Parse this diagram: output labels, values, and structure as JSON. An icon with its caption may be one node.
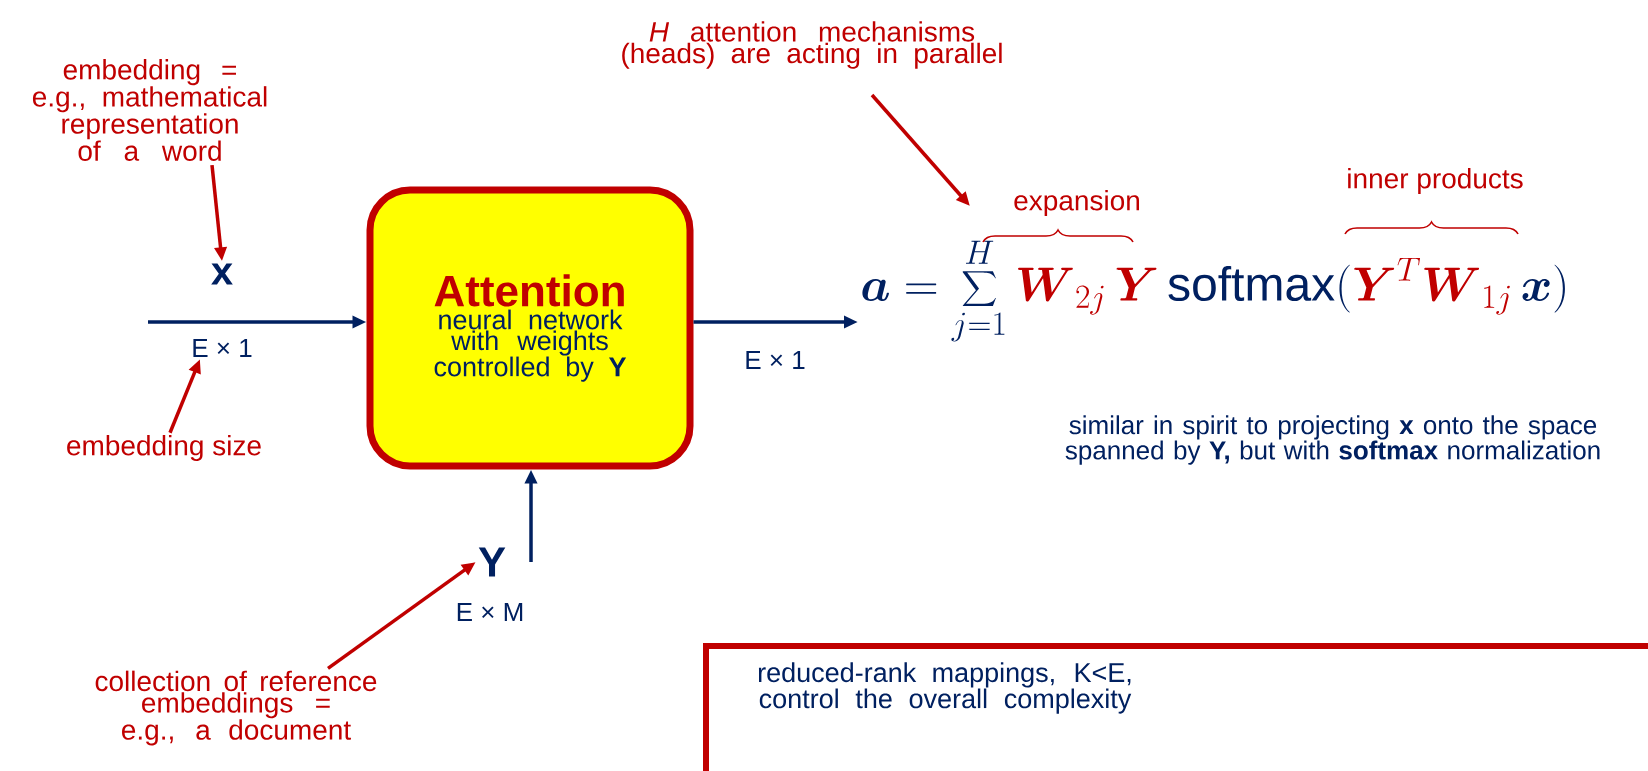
{
  "diagram": {
    "nodes": [
      {
        "text": [
          "embedding = e.g., mathematical representation of a word"
        ]
      },
      {
        "text": [
          "x"
        ]
      },
      {
        "text": [
          "E × 1"
        ]
      },
      {
        "text": [
          "embedding size"
        ]
      },
      {
        "text": [
          "Attention",
          "neural network with weights controlled by **Y**"
        ]
      },
      {
        "text": [
          "Y"
        ]
      },
      {
        "text": [
          "E × M"
        ]
      },
      {
        "text": [
          "collection of reference embeddings = e.g., a document"
        ]
      },
      {
        "text": [
          "*H* attention mechanisms (heads) are acting in parallel"
        ]
      },
      {
        "text": [
          "\\boldsymbol{a} = \\sum_{j=1}^{H} {\\color{accent}\\boldsymbol{W}_{2j}\\,\\boldsymbol{Y}}\\,\\mathrm{softmax}({\\color{accent}\\boldsymbol{Y}^{T}\\boldsymbol{W}_{1j}}\\,\\boldsymbol{x})"
        ]
      },
      {
        "text": [
          "reduced-rank mappings, K<E, control the overall complexity"
        ]
      }
    ],
    "edges": [
      {
        "from": 0,
        "to": 1,
        "arrow": "to"
      },
      {
        "from": 3,
        "to": 2,
        "arrow": "to"
      },
      {
        "from": null,
        "to": 4,
        "arrow": "to",
        "color": "#002060"
      },
      {
        "from": 5,
        "to": 4,
        "arrow": "to",
        "color": "#002060"
      },
      {
        "from": 7,
        "to": 5,
        "arrow": "to"
      },
      {
        "from": 4,
        "to": 9,
        "arrow": "to",
        "label": "E × 1",
        "color": "#002060"
      },
      {
        "from": 8,
        "to": 9,
        "arrow": "to"
      }
    ],
    "labels": [
      "expansion",
      "inner products",
      "similar in spirit to projecting **x** onto the space spanned by **Y,** but with **softmax** normalization"
    ]
  }
}
